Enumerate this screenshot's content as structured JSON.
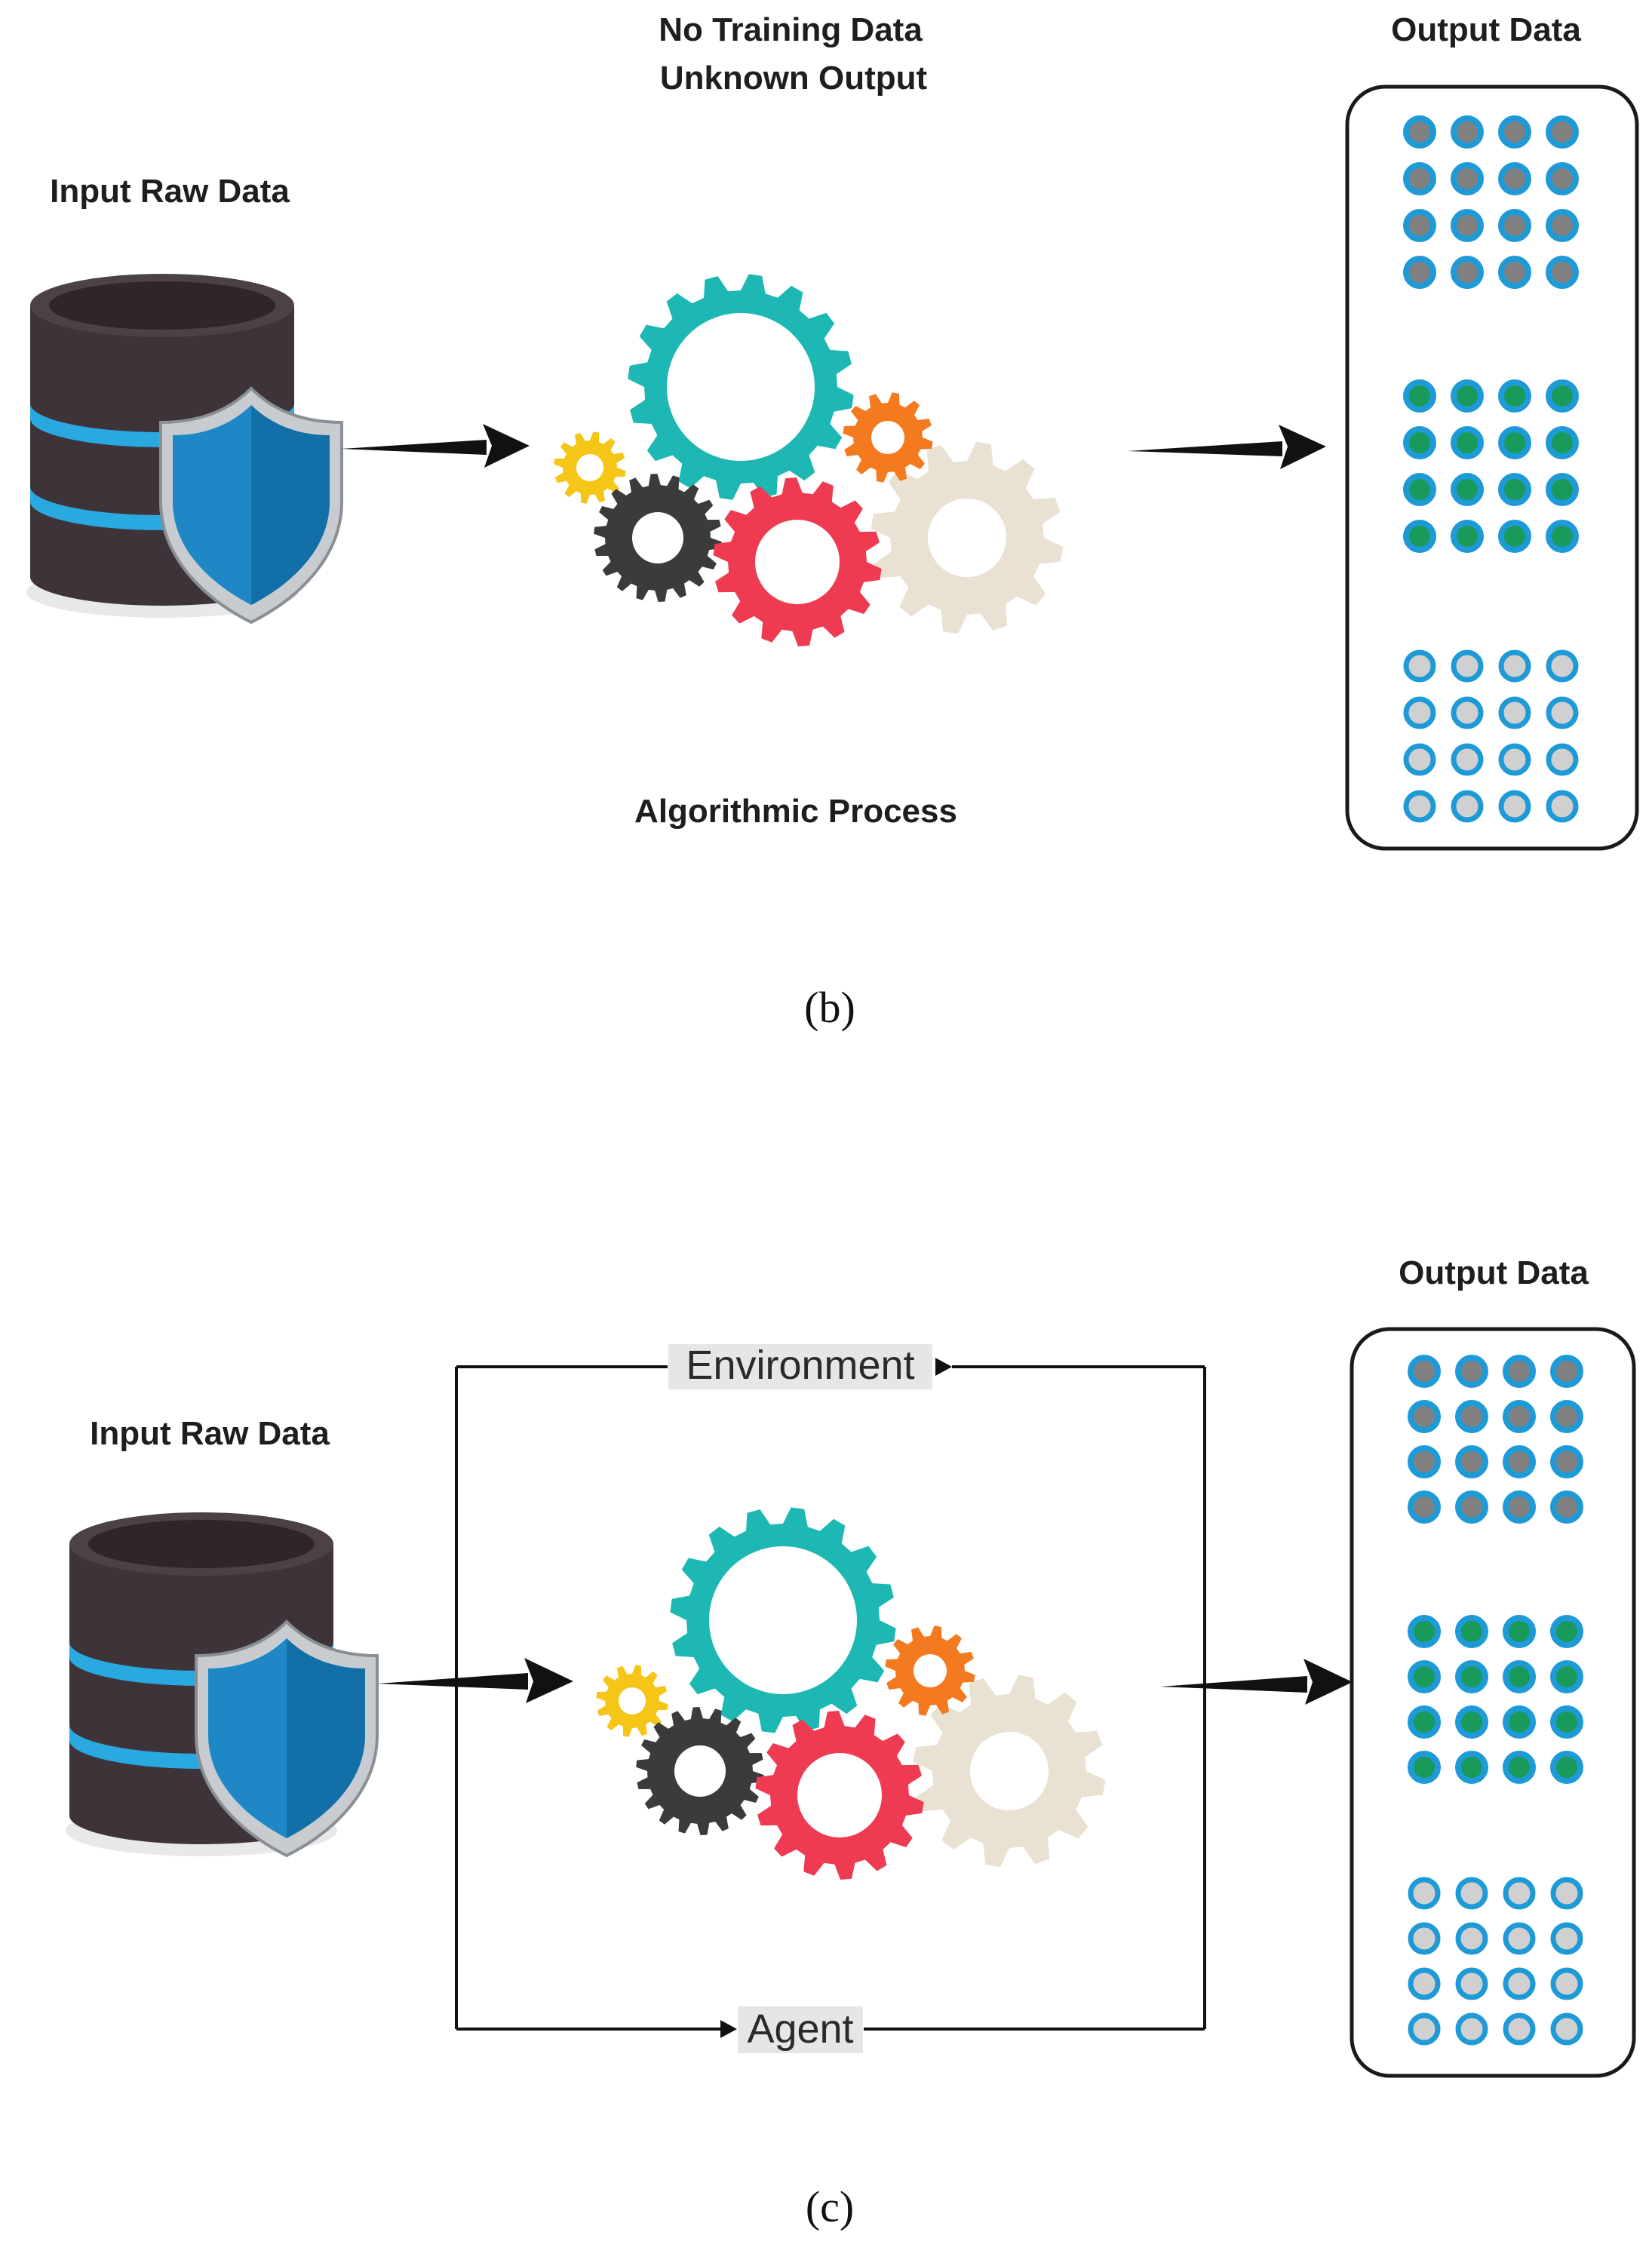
{
  "panel_b": {
    "top_label_line1": "No Training Data",
    "top_label_line2": "Unknown Output",
    "input_label": "Input Raw Data",
    "output_label": "Output Data",
    "process_label": "Algorithmic Process",
    "caption": "(b)"
  },
  "panel_c": {
    "input_label": "Input Raw Data",
    "output_label": "Output Data",
    "environment_label": "Environment",
    "agent_label": "Agent",
    "caption": "(c)"
  },
  "colors": {
    "db_body": "#3d3338",
    "db_stripe": "#29a9e0",
    "shield": "#1e88c7",
    "gear_teal": "#1db8b3",
    "gear_orange": "#f47a20",
    "gear_yellow": "#f5c518",
    "gear_dark": "#3b3b3b",
    "gear_red": "#ef3b52",
    "gear_beige": "#e9e2d3",
    "dot_ring": "#1e9ad6",
    "dot_gray": "#808080",
    "dot_green": "#1a9a5a",
    "dot_light": "#d0d0d0"
  },
  "output_groups": [
    "gray",
    "green",
    "light"
  ]
}
